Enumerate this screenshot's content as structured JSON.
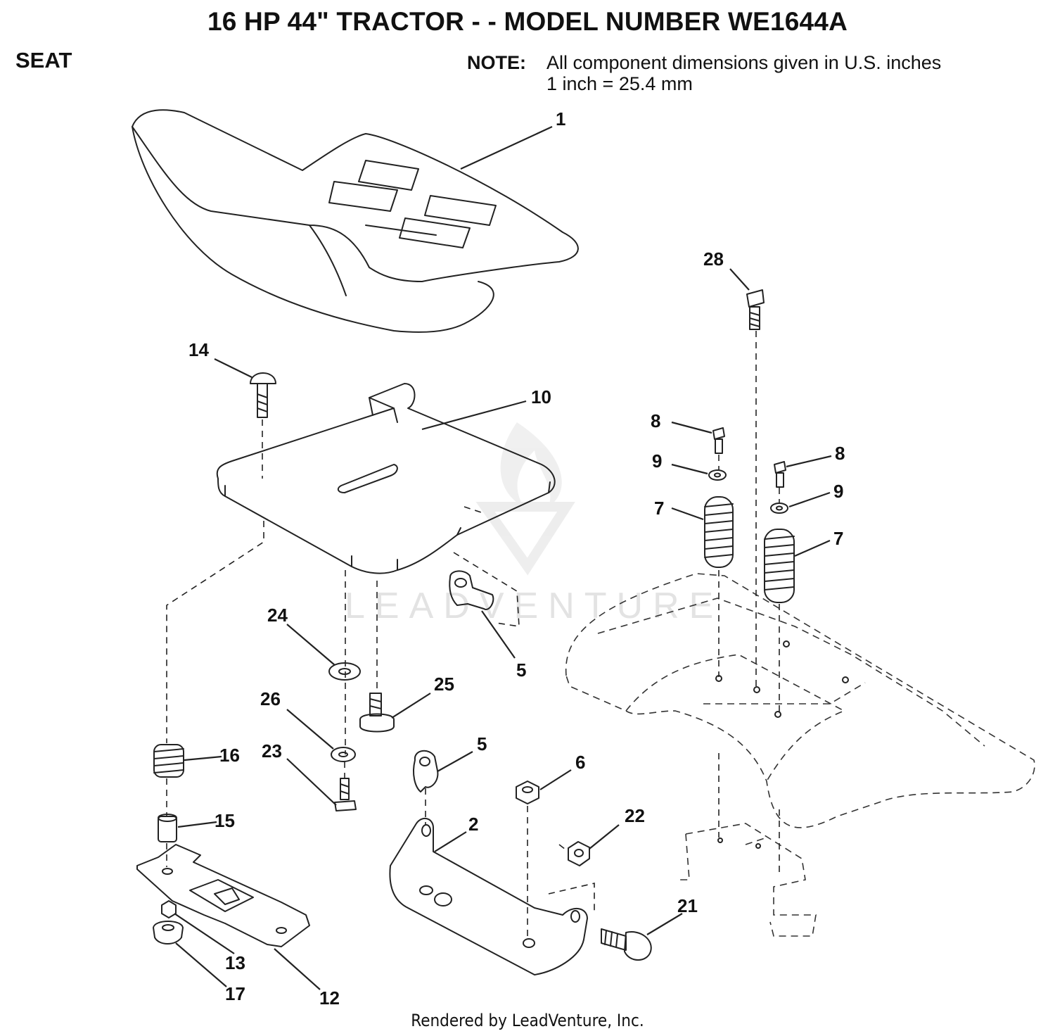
{
  "title": "16 HP 44\" TRACTOR - - MODEL NUMBER WE1644A",
  "section": "SEAT",
  "note": {
    "label": "NOTE:",
    "line1": "All component  dimensions given in U.S. inches",
    "line2": "1 inch = 25.4 mm"
  },
  "watermark": "LEADVENTURE",
  "footer": "Rendered by LeadVenture, Inc.",
  "callouts": [
    "1",
    "28",
    "14",
    "10",
    "8",
    "9",
    "8",
    "9",
    "7",
    "7",
    "24",
    "5",
    "25",
    "26",
    "16",
    "23",
    "5",
    "6",
    "22",
    "15",
    "2",
    "21",
    "13",
    "17",
    "12"
  ]
}
